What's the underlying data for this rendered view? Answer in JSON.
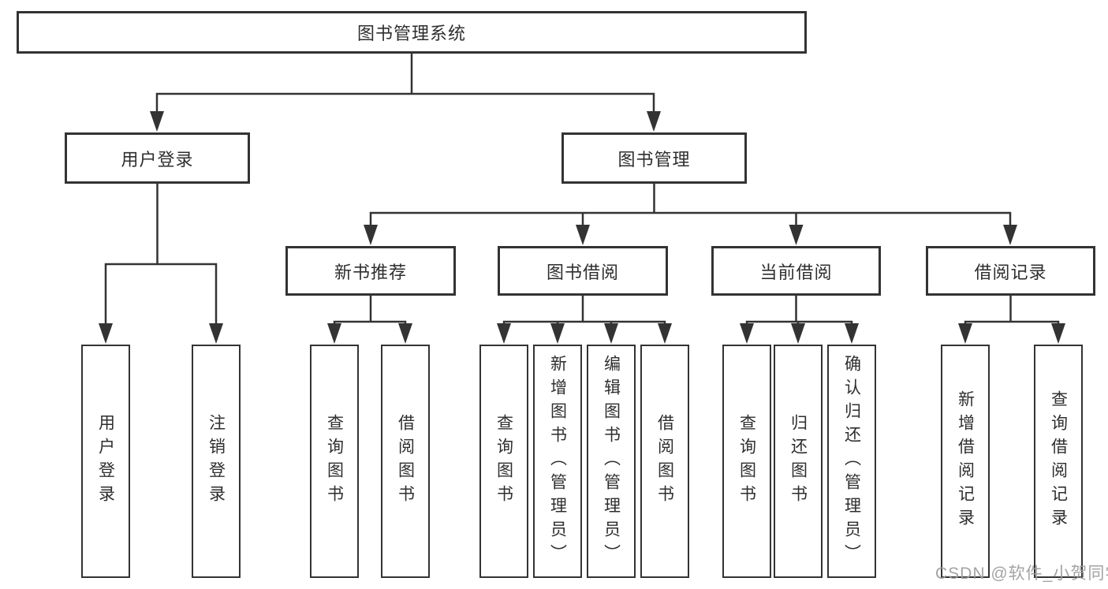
{
  "colors": {
    "line": "#333333",
    "text": "#2e2e2e",
    "box_background": "#ffffff",
    "page_background": "#ffffff",
    "watermark": "#9c9c9c"
  },
  "watermark": {
    "text": "CSDN @软件_小贺同学"
  },
  "nodes": {
    "root": {
      "label": "图书管理系统"
    },
    "user_login": {
      "label": "用户登录"
    },
    "book_mgmt": {
      "label": "图书管理"
    },
    "new_rec": {
      "label": "新书推荐"
    },
    "book_borrow": {
      "label": "图书借阅"
    },
    "current_borrow": {
      "label": "当前借阅"
    },
    "borrow_records": {
      "label": "借阅记录"
    },
    "leaf_user_login": {
      "label": "用户登录"
    },
    "leaf_logout": {
      "label": "注销登录"
    },
    "leaf_nr_query": {
      "label": "查询图书"
    },
    "leaf_nr_borrow": {
      "label": "借阅图书"
    },
    "leaf_bb_query": {
      "label": "查询图书"
    },
    "leaf_bb_add": {
      "label": "新增图书（管理员）"
    },
    "leaf_bb_edit": {
      "label": "编辑图书（管理员）"
    },
    "leaf_bb_borrow": {
      "label": "借阅图书"
    },
    "leaf_cb_query": {
      "label": "查询图书"
    },
    "leaf_cb_return": {
      "label": "归还图书"
    },
    "leaf_cb_confirm": {
      "label": "确认归还（管理员）"
    },
    "leaf_br_add": {
      "label": "新增借阅记录"
    },
    "leaf_br_query": {
      "label": "查询借阅记录"
    }
  },
  "hierarchy": {
    "图书管理系统": {
      "用户登录": [
        "用户登录",
        "注销登录"
      ],
      "图书管理": {
        "新书推荐": [
          "查询图书",
          "借阅图书"
        ],
        "图书借阅": [
          "查询图书",
          "新增图书（管理员）",
          "编辑图书（管理员）",
          "借阅图书"
        ],
        "当前借阅": [
          "查询图书",
          "归还图书",
          "确认归还（管理员）"
        ],
        "借阅记录": [
          "新增借阅记录",
          "查询借阅记录"
        ]
      }
    }
  }
}
